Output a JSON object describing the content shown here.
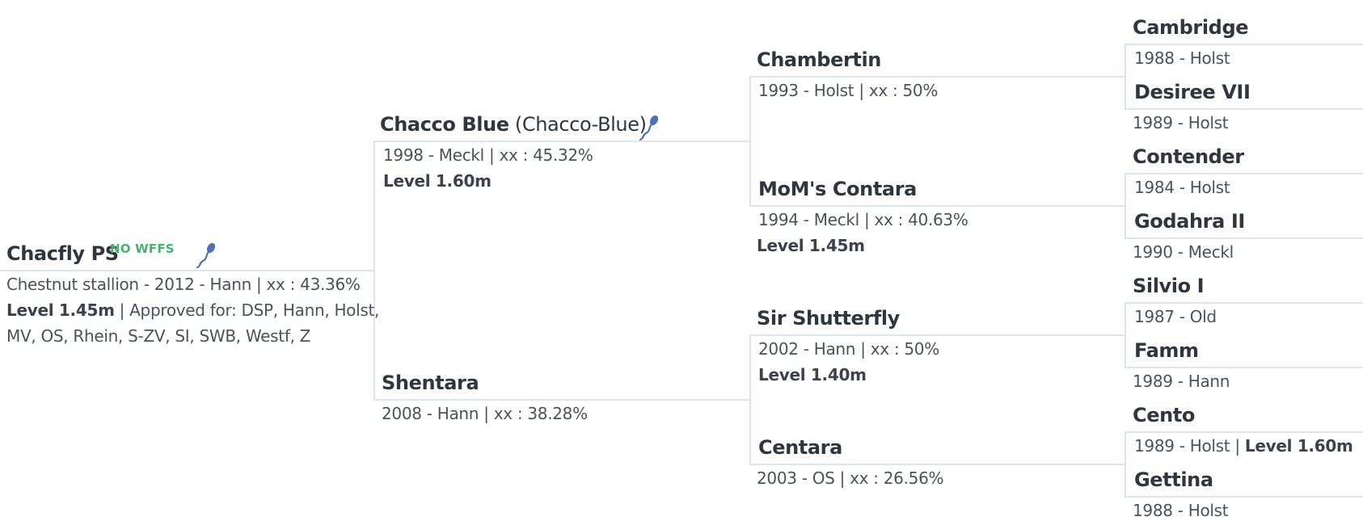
{
  "subject": {
    "name": "Chacfly PS",
    "badge": "NO WFFS",
    "info_line1": "Chestnut stallion - 2012 - Hann | xx : 43.36%",
    "level": "Level 1.45m",
    "approved_text": " | Approved for: DSP, Hann, Holst,",
    "approved_text2": "MV, OS, Rhein, S-ZV, SI, SWB, Westf, Z",
    "icon": "sperm-icon"
  },
  "gen1": {
    "sire": {
      "name": "Chacco Blue",
      "alias": " (Chacco-Blue)",
      "info": "1998 - Meckl | xx : 45.32%",
      "level": "Level 1.60m",
      "icon": "sperm-icon"
    },
    "dam": {
      "name": "Shentara",
      "info": "2008 - Hann | xx : 38.28%"
    }
  },
  "gen2": {
    "ss": {
      "name": "Chambertin",
      "info": "1993 - Holst | xx : 50%"
    },
    "sd": {
      "name": "MoM's Contara",
      "info": "1994 - Meckl | xx : 40.63%",
      "level": "Level 1.45m"
    },
    "ds": {
      "name": "Sir Shutterfly",
      "info": "2002 - Hann | xx : 50%",
      "level": "Level 1.40m"
    },
    "dd": {
      "name": "Centara",
      "info": "2003 - OS | xx : 26.56%"
    }
  },
  "gen3": {
    "sss": {
      "name": "Cambridge",
      "info": "1988 - Holst"
    },
    "ssd": {
      "name": "Desiree VII",
      "info": "1989 - Holst"
    },
    "sds": {
      "name": "Contender",
      "info": "1984 - Holst"
    },
    "sdd": {
      "name": "Godahra II",
      "info": "1990 - Meckl"
    },
    "dss": {
      "name": "Silvio I",
      "info": "1987 - Old"
    },
    "dsd": {
      "name": "Famm",
      "info": "1989 - Hann"
    },
    "dds": {
      "name": "Cento",
      "info": "1989 - Holst | ",
      "level": "Level 1.60m"
    },
    "ddd": {
      "name": "Gettina",
      "info": "1988 - Holst"
    }
  },
  "colors": {
    "line": "#dfe4ea",
    "badge": "#4caf6e",
    "icon": "#4f73b0"
  }
}
